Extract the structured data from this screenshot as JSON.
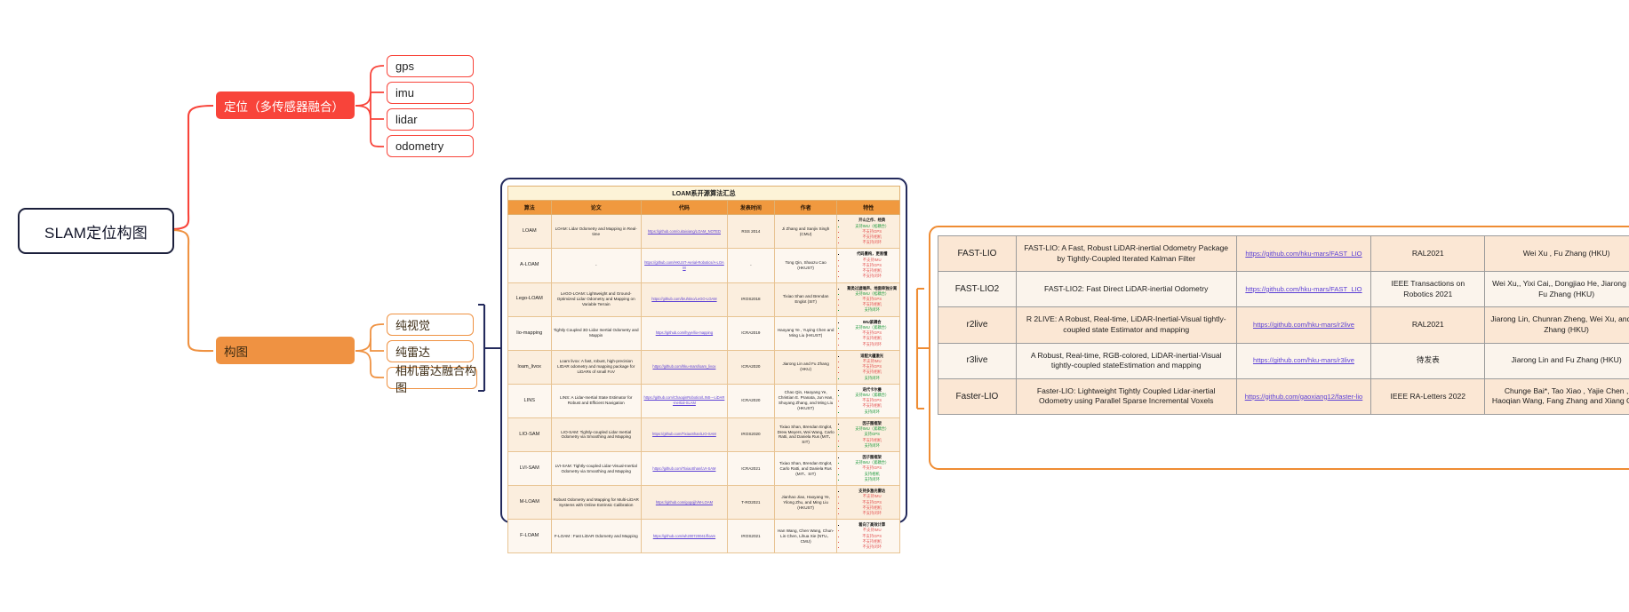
{
  "mindmap": {
    "root": "SLAM定位构图",
    "branches": [
      {
        "label": "定位（多传感器融合）",
        "color": "#f8443a",
        "children": [
          "gps",
          "imu",
          "lidar",
          "odometry"
        ]
      },
      {
        "label": "构图",
        "color": "#ef9242",
        "children": [
          "纯视觉",
          "纯雷达",
          "相机雷达融合构图"
        ]
      }
    ]
  },
  "loam_table": {
    "caption": "LOAM系开源算法汇总",
    "headers": [
      "算法",
      "论文",
      "代码",
      "发表时间",
      "作者",
      "特性"
    ],
    "rows": [
      {
        "alg": "LOAM",
        "paper": "LOAM: Lidar Odometry and Mapping in Real-time",
        "code": "https://github.com/cuitaixiang/LOAM_NOTED",
        "date": "RSS 2014",
        "author": "Ji Zhang and Sanjiv Singh (CMU)",
        "features": [
          {
            "t": "开山之作、经典",
            "c": "hd"
          },
          {
            "t": "支持IMU（松耦合）",
            "c": "ok"
          },
          {
            "t": "不支持GPS",
            "c": "no"
          },
          {
            "t": "不支持相机",
            "c": "no"
          },
          {
            "t": "不支持闭环",
            "c": "no"
          }
        ]
      },
      {
        "alg": "A-LOAM",
        "paper": "-",
        "code": "https://github.com/HKUST-Aerial-Robotics/A-LOAM",
        "date": "-",
        "author": "Tong Qin, Shaozu Cao (HKUST)",
        "features": [
          {
            "t": "代码重构，更易懂",
            "c": "hd"
          },
          {
            "t": "不支持IMU",
            "c": "no"
          },
          {
            "t": "不支持GPS",
            "c": "no"
          },
          {
            "t": "不支持相机",
            "c": "no"
          },
          {
            "t": "不支持闭环",
            "c": "no"
          }
        ]
      },
      {
        "alg": "Lego-LOAM",
        "paper": "LeGO-LOAM: Lightweight and Ground-Optimized Lidar Odometry and Mapping on Variable Terrain",
        "code": "https://github.com/bruhtino/LeGO-LOAM",
        "date": "IROS2018",
        "author": "Tixiao Shan and Brendan Englot (SIT)",
        "features": [
          {
            "t": "聚类过滤噪声、地面单独分离",
            "c": "hd"
          },
          {
            "t": "支持IMU（松耦合）",
            "c": "ok"
          },
          {
            "t": "不支持GPS",
            "c": "no"
          },
          {
            "t": "不支持相机",
            "c": "no"
          },
          {
            "t": "支持闭环",
            "c": "ok"
          }
        ]
      },
      {
        "alg": "lio-mapping",
        "paper": "Tightly Coupled 3D Lidar Inertial Odometry and Mappin",
        "code": "https://github.com/hyye/lio-mapping",
        "date": "ICRA2019",
        "author": "Haoyang Ye , Yuying Chen and Ming Liu (HKUST)",
        "features": [
          {
            "t": "IMU紧耦合",
            "c": "hd"
          },
          {
            "t": "支持IMU（紧耦合）",
            "c": "ok"
          },
          {
            "t": "不支持GPS",
            "c": "no"
          },
          {
            "t": "不支持相机",
            "c": "no"
          },
          {
            "t": "不支持闭环",
            "c": "no"
          }
        ]
      },
      {
        "alg": "loam_livox",
        "paper": "Loam livox: A fast, robust, high-precision LIDAR odometry and mapping package for LiDARs of small FoV",
        "code": "https://github.com/hku-mars/loam_livox",
        "date": "ICRA2020",
        "author": "Jiarong Lin and Fu Zhang (HKU)",
        "features": [
          {
            "t": "适配大疆激光",
            "c": "hd"
          },
          {
            "t": "不支持IMU",
            "c": "no"
          },
          {
            "t": "不支持GPS",
            "c": "no"
          },
          {
            "t": "不支持相机",
            "c": "no"
          },
          {
            "t": "支持闭环",
            "c": "ok"
          }
        ]
      },
      {
        "alg": "LINS",
        "paper": "LINS: A Lidar-Inertial State Estimator for Robust and Efficient Navigation",
        "code": "https://github.com/ChaoqinRobotics/LINS---LiDAR-inertial-SLAM",
        "date": "ICRA2020",
        "author": "Chao Qin, Haoyang Ye, Christian E. Pranata, Jun Han, Shuyang Zhang, and Ming Liu (HKUST)",
        "features": [
          {
            "t": "迭代卡尔曼",
            "c": "hd"
          },
          {
            "t": "支持IMU（紧耦合）",
            "c": "ok"
          },
          {
            "t": "不支持GPS",
            "c": "no"
          },
          {
            "t": "不支持相机",
            "c": "no"
          },
          {
            "t": "支持闭环",
            "c": "ok"
          }
        ]
      },
      {
        "alg": "LIO-SAM",
        "paper": "LIO-SAM: Tightly-coupled Lidar Inertial Odometry via Smoothing and Mapping",
        "code": "https://github.com/TixiaoShan/LIO-SAM",
        "date": "IROS2020",
        "author": "Tixiao Shan, Brendan Englot, Drew Meyers, Wei Wang, Carlo Ratti, and Daniela Rus (MIT、SIT)",
        "features": [
          {
            "t": "因子图框架",
            "c": "hd"
          },
          {
            "t": "支持IMU（紧耦合）",
            "c": "ok"
          },
          {
            "t": "支持GPS",
            "c": "ok"
          },
          {
            "t": "不支持相机",
            "c": "no"
          },
          {
            "t": "支持闭环",
            "c": "ok"
          }
        ]
      },
      {
        "alg": "LVI-SAM",
        "paper": "LVI-SAM: Tightly-coupled Lidar-Visual-Inertial Odometry via Smoothing and Mapping",
        "code": "https://github.com/TixiaoShan/LVI-SAM",
        "date": "ICRA2021",
        "author": "Tixiao Shan, Brendan Englot, Carlo Ratti, and Daniela Rus (MIT、SIT)",
        "features": [
          {
            "t": "因子图框架",
            "c": "hd"
          },
          {
            "t": "支持IMU（紧耦合）",
            "c": "ok"
          },
          {
            "t": "不支持GPS",
            "c": "no"
          },
          {
            "t": "支持相机",
            "c": "ok"
          },
          {
            "t": "支持闭环",
            "c": "ok"
          }
        ]
      },
      {
        "alg": "M-LOAM",
        "paper": "Robust Odometry and Mapping for Multi-LiDAR Systems with Online Extrinsic Calibration",
        "code": "https://github.com/gogojjh/M-LOAM",
        "date": "T-RO2021",
        "author": "Jianhao Jiao, Haoyang Ye, Yilong Zhu, and Ming Liu (HKUST)",
        "features": [
          {
            "t": "支持多激光雷达",
            "c": "hd"
          },
          {
            "t": "不支持IMU",
            "c": "no"
          },
          {
            "t": "不支持GPS",
            "c": "no"
          },
          {
            "t": "不支持相机",
            "c": "no"
          },
          {
            "t": "不支持闭环",
            "c": "no"
          }
        ]
      },
      {
        "alg": "F-LOAM",
        "paper": "F-LOAM : Fast LiDAR Odometry and Mapping",
        "code": "https://github.com/wh200720041/floam",
        "date": "IROS2021",
        "author": "Han Wang, Chen Wang, Chun-Lin Chen, Lihua Xie (NTU、CMU)",
        "features": [
          {
            "t": "着向了高效计算",
            "c": "hd"
          },
          {
            "t": "不支持IMU",
            "c": "no"
          },
          {
            "t": "不支持GPS",
            "c": "no"
          },
          {
            "t": "不支持相机",
            "c": "no"
          },
          {
            "t": "不支持闭环",
            "c": "no"
          }
        ]
      }
    ]
  },
  "fast_table": {
    "rows": [
      {
        "name": "FAST-LIO",
        "paper": "FAST-LIO: A Fast, Robust LiDAR-inertial Odometry Package by Tightly-Coupled Iterated Kalman Filter",
        "code": "https://github.com/hku-mars/FAST_LIO",
        "venue": "RAL2021",
        "author": "Wei Xu , Fu Zhang (HKU)"
      },
      {
        "name": "FAST-LIO2",
        "paper": "FAST-LIO2: Fast Direct LiDAR-inertial Odometry",
        "code": "https://github.com/hku-mars/FAST_LIO",
        "venue": "IEEE Transactions on Robotics 2021",
        "author": "Wei Xu,, Yixi Cai,, Dongjiao He, Jiarong Lin, Fu Zhang (HKU)"
      },
      {
        "name": "r2live",
        "paper": "R 2LIVE: A Robust, Real-time, LiDAR-Inertial-Visual tightly-coupled state Estimator and mapping",
        "code": "https://github.com/hku-mars/r2live",
        "venue": "RAL2021",
        "author": "Jiarong Lin, Chunran Zheng, Wei Xu, and Fu Zhang (HKU)"
      },
      {
        "name": "r3live",
        "paper": "A Robust, Real-time, RGB-colored, LiDAR-inertial-Visual tightly-coupled stateEstimation and mapping",
        "code": "https://github.com/hku-mars/r3live",
        "venue": "待发表",
        "author": "Jiarong Lin and Fu Zhang (HKU)"
      },
      {
        "name": "Faster-LIO",
        "paper": "Faster-LIO: Lightweight Tightly Coupled Lidar-inertial Odometry using Parallel Sparse Incremental Voxels",
        "code": "https://github.com/gaoxiang12/faster-lio",
        "venue": "IEEE RA-Letters 2022",
        "author": "Chunge Bai*, Tao Xiao , Yajie Chen , Haoqian Wang, Fang Zhang and Xiang Gao"
      }
    ]
  }
}
